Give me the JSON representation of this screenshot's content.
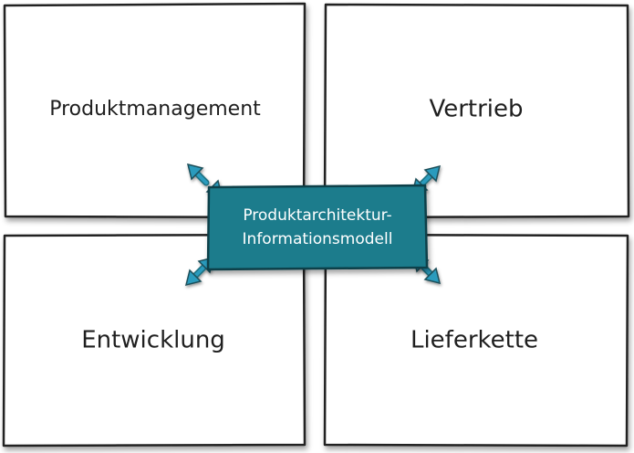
{
  "diagram": {
    "boxes": [
      {
        "id": "top-left",
        "label": "Produktmanagement"
      },
      {
        "id": "top-right",
        "label": "Vertrieb"
      },
      {
        "id": "bottom-left",
        "label": "Entwicklung"
      },
      {
        "id": "bottom-right",
        "label": "Lieferkette"
      }
    ],
    "center": {
      "line1": "Produktarchitektur-",
      "line2": "Informationsmodell"
    },
    "colors": {
      "center_fill": "#1a7b8c",
      "arrow_fill": "#2a9bbd",
      "box_stroke": "#222222"
    }
  }
}
